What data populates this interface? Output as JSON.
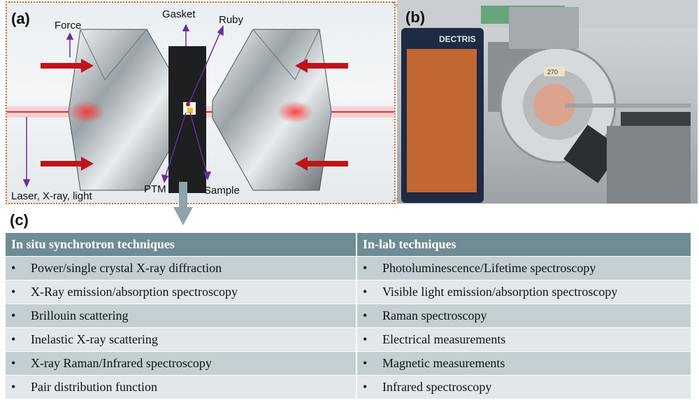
{
  "panel_a": {
    "letter": "(a)",
    "labels": {
      "force": "Force",
      "gasket": "Gasket",
      "ruby": "Ruby",
      "ptm": "PTM",
      "sample": "Sample",
      "laser": "Laser, X-ray, light"
    }
  },
  "panel_b": {
    "letter": "(b)",
    "detector_brand": "DECTRIS",
    "plate_number": "270"
  },
  "panel_c": {
    "letter": "(c)",
    "columns": [
      "In situ synchrotron techniques",
      "In-lab techniques"
    ],
    "bullet": "•",
    "rows": [
      [
        "Power/single crystal X-ray diffraction",
        "Photoluminescence/Lifetime  spectroscopy"
      ],
      [
        "X-Ray emission/absorption spectroscopy",
        "Visible light emission/absorption spectroscopy"
      ],
      [
        "Brillouin scattering",
        "Raman spectroscopy"
      ],
      [
        "Inelastic X-ray scattering",
        "Electrical measurements"
      ],
      [
        "X-ray Raman/Infrared spectroscopy",
        "Magnetic measurements"
      ],
      [
        "Pair distribution function",
        "Infrared spectroscopy"
      ]
    ]
  },
  "colors": {
    "header": "#6f8c95",
    "row_odd": "#c3cfd3",
    "row_even": "#e1e7ea",
    "arrow_red": "#c0141a",
    "line_purple": "#6a2c9a",
    "dotted_border": "#c8702a"
  }
}
